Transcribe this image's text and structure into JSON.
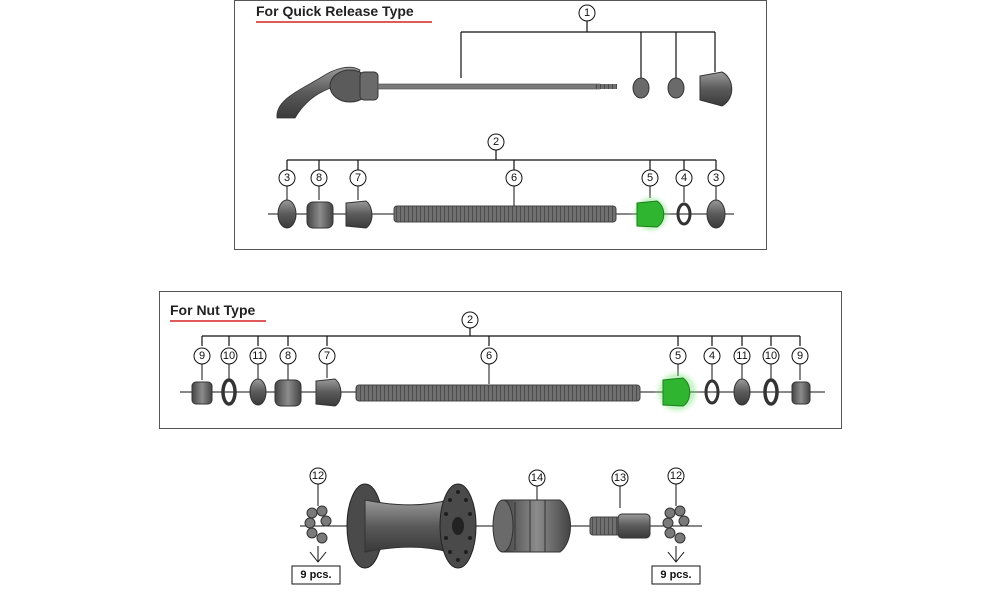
{
  "panels": {
    "quick_release": {
      "title": "For Quick Release Type"
    },
    "nut_type": {
      "title": "For Nut Type"
    }
  },
  "callouts": {
    "qr_skewer": "1",
    "qr_axle_group": "2",
    "qr_parts": [
      "3",
      "8",
      "7",
      "6",
      "5",
      "4",
      "3"
    ],
    "nut_axle_group": "2",
    "nut_parts": [
      "9",
      "10",
      "11",
      "8",
      "7",
      "6",
      "5",
      "4",
      "11",
      "10",
      "9"
    ],
    "hub_parts": [
      "12",
      "14",
      "13",
      "12"
    ]
  },
  "quantity_labels": [
    "9 pcs.",
    "9 pcs."
  ],
  "colors": {
    "highlight": "#3ccf3c",
    "part_dark": "#5c5c5c",
    "part_mid": "#8a8a8a",
    "title_underline": "#e05a5a"
  }
}
